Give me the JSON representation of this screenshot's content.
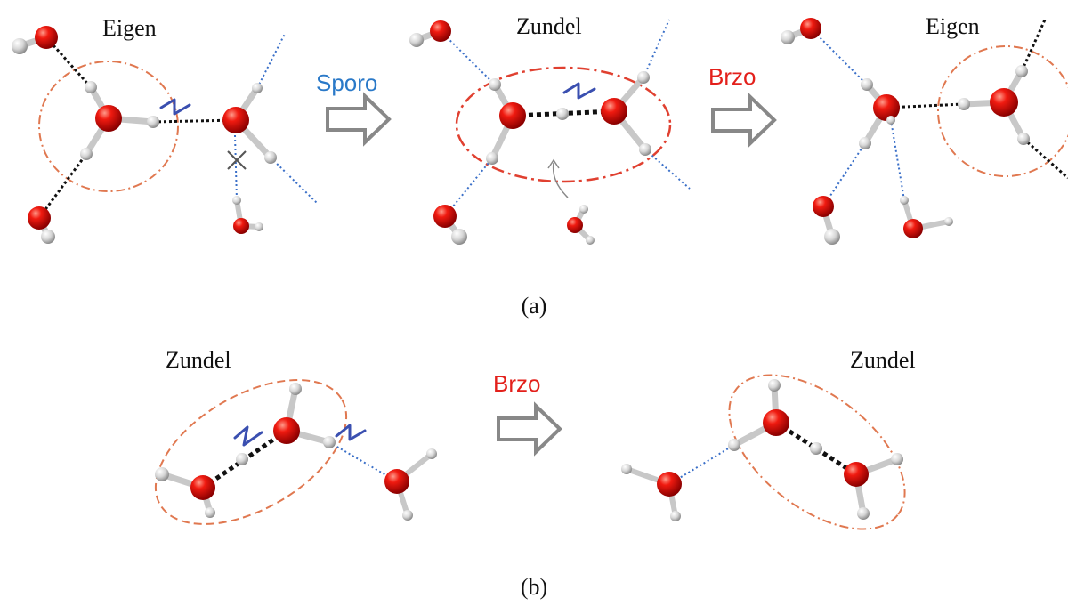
{
  "panel_a": {
    "label": "(a)",
    "stage1": {
      "name": "Eigen"
    },
    "transition1": {
      "label": "Sporo",
      "color": "#2a79c8"
    },
    "stage2": {
      "name": "Zundel"
    },
    "transition2": {
      "label": "Brzo",
      "color": "#e3201b"
    },
    "stage3": {
      "name": "Eigen"
    }
  },
  "panel_b": {
    "label": "(b)",
    "stage1": {
      "name": "Zundel"
    },
    "transition": {
      "label": "Brzo",
      "color": "#e3201b"
    },
    "stage2": {
      "name": "Zundel"
    }
  },
  "colors": {
    "oxygen": "#e01010",
    "hydrogen": "#d8d8d8",
    "dashed_ellipse": "#e07850",
    "strong_hbond": "#111111",
    "weak_hbond": "#3a6fc8",
    "swap_arrow": "#3a4fb0",
    "block_arrow": "#888888"
  },
  "icons": {
    "arrow": "hollow-block-arrow",
    "proton_hop": "proton-hop-icon",
    "broken_bond": "cross-icon"
  }
}
